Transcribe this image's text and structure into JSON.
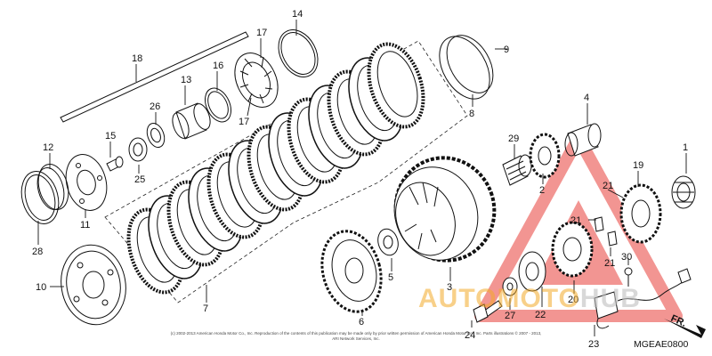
{
  "diagram": {
    "code": "MGEAE0800",
    "copyright": "(c) 2002-2013 American Honda Motor Co., Inc. Reproduction of the contents of this publication may be made only by prior written permission of American Honda Motor Co., Inc. Parts illustrations © 2007 - 2013, ARI Network Services, Inc.",
    "direction_label": "FR.",
    "part_numbers": {
      "p1": "1",
      "p2": "2",
      "p3": "3",
      "p4": "4",
      "p5": "5",
      "p6": "6",
      "p7": "7",
      "p8": "8",
      "p9": "9",
      "p10": "10",
      "p11": "11",
      "p12": "12",
      "p13": "13",
      "p14": "14",
      "p15": "15",
      "p16": "16",
      "p17a": "17",
      "p17b": "17",
      "p18": "18",
      "p19": "19",
      "p20": "20",
      "p21a": "21",
      "p21b": "21",
      "p21c": "21",
      "p22": "22",
      "p23": "23",
      "p24": "24",
      "p25": "25",
      "p26": "26",
      "p27": "27",
      "p28": "28",
      "p29": "29",
      "p30": "30"
    }
  },
  "watermark": {
    "text_a": "AUTOMOTO",
    "text_b": "HUB",
    "triangle_color": "#e8403a",
    "text_color_a": "#f2aa28",
    "text_color_b": "#bdbdbd"
  }
}
